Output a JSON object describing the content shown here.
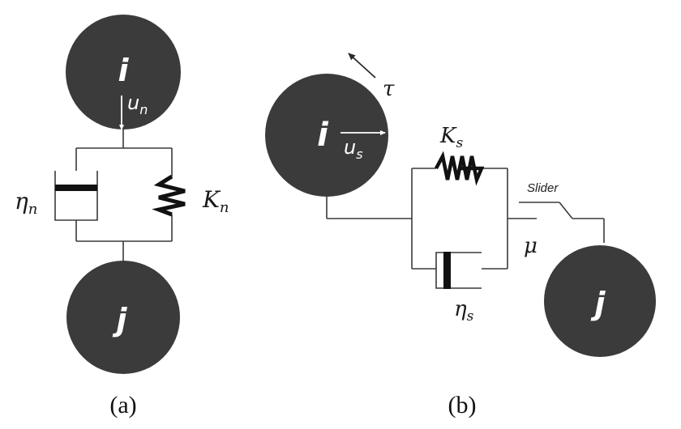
{
  "colors": {
    "particle_fill": "#3b3b3b",
    "line": "#3a3a3a",
    "text": "#1a1a1a",
    "background": "#ffffff"
  },
  "panel_a": {
    "particle_top_label": "i",
    "particle_bottom_label": "j",
    "normal_displacement": {
      "symbol": "u",
      "subscript": "n"
    },
    "damper": {
      "symbol": "η",
      "subscript": "n"
    },
    "spring": {
      "symbol": "K",
      "subscript": "n"
    },
    "caption": "(a)"
  },
  "panel_b": {
    "particle_left_label": "i",
    "particle_right_label": "j",
    "shear_displacement": {
      "symbol": "u",
      "subscript": "s"
    },
    "torque_symbol": "τ",
    "spring": {
      "symbol": "K",
      "subscript": "s"
    },
    "damper": {
      "symbol": "η",
      "subscript": "s"
    },
    "slider_label": "Slider",
    "friction_symbol": "μ",
    "caption": "(b)"
  }
}
